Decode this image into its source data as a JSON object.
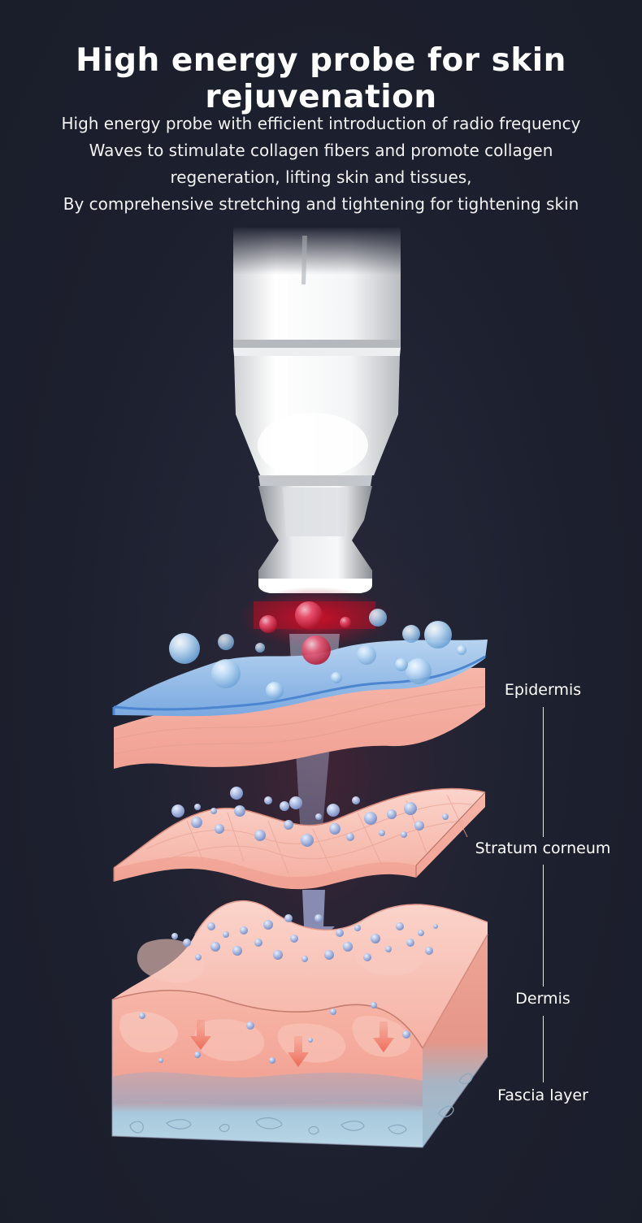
{
  "header": {
    "title": "High energy probe for skin rejuvenation",
    "description": [
      "High energy probe with efficient introduction of radio frequency",
      "Waves to stimulate collagen fibers and promote collagen",
      "regeneration, lifting skin and tissues,",
      "By comprehensive stretching and tightening for tightening skin"
    ]
  },
  "layers": {
    "epidermis": "Epidermis",
    "stratum_corneum": "Stratum corneum",
    "dermis": "Dermis",
    "fascia": "Fascia layer"
  },
  "colors": {
    "background": "#1d2030",
    "skin": "#f4a79a",
    "epidermis_blue": "#7fb3e8",
    "probe_glow": "#e0102a",
    "fascia": "#a9cbe0"
  },
  "icons": {
    "probe": "rf-probe-device",
    "bubbles": "collagen-bubbles",
    "arrow": "energy-arrow-down"
  }
}
